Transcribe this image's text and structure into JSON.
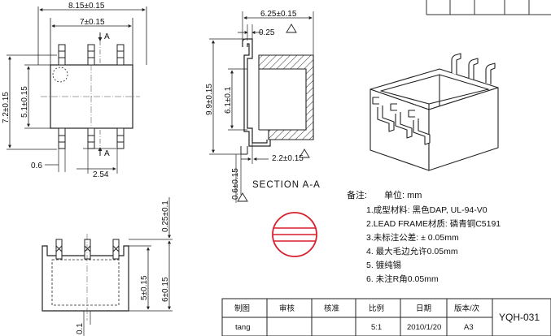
{
  "top_view": {
    "dim_width_overall": "8.15±0.15",
    "dim_width_body": "7±0.15",
    "dim_height_overall": "7.2±0.15",
    "dim_height_body": "5.1±0.15",
    "dim_pitch": "2.54",
    "dim_lead_width": "0.6",
    "section_mark_top": "A",
    "section_mark_bottom": "A"
  },
  "section_view": {
    "dim_width": "6.25±0.15",
    "dim_thickness": "0.25",
    "dim_height": "9.9±0.15",
    "dim_inner_height": "6.1±0.1",
    "dim_offset": "2.2±0.15",
    "dim_base": "0.6±0.15",
    "title": "SECTION  A-A"
  },
  "side_view": {
    "dim_top": "0.25±0.1",
    "dim_body": "5±0.15",
    "dim_overall": "6±0.15",
    "dim_bottom": "0.1"
  },
  "notes": {
    "heading": "备注:",
    "unit": "单位: mm",
    "items": [
      "1.成型材料:   黑色DAP, UL-94-V0",
      "2.LEAD FRAME材质:  磷青铜C5191",
      "3.未标注公差:   ± 0.05mm",
      "4. 最大毛边允许0.05mm",
      "5. 镀纯锡",
      "6. 未注R角0.05mm"
    ]
  },
  "title_block": {
    "headers": [
      "制图",
      "审核",
      "核准",
      "比例",
      "日期",
      "版本/次"
    ],
    "values": [
      "tang",
      "",
      "",
      "5:1",
      "2010/1/20",
      "A3"
    ],
    "code": "YQH-031"
  },
  "colors": {
    "line": "#222222",
    "logo_red": "#d81e2c"
  }
}
